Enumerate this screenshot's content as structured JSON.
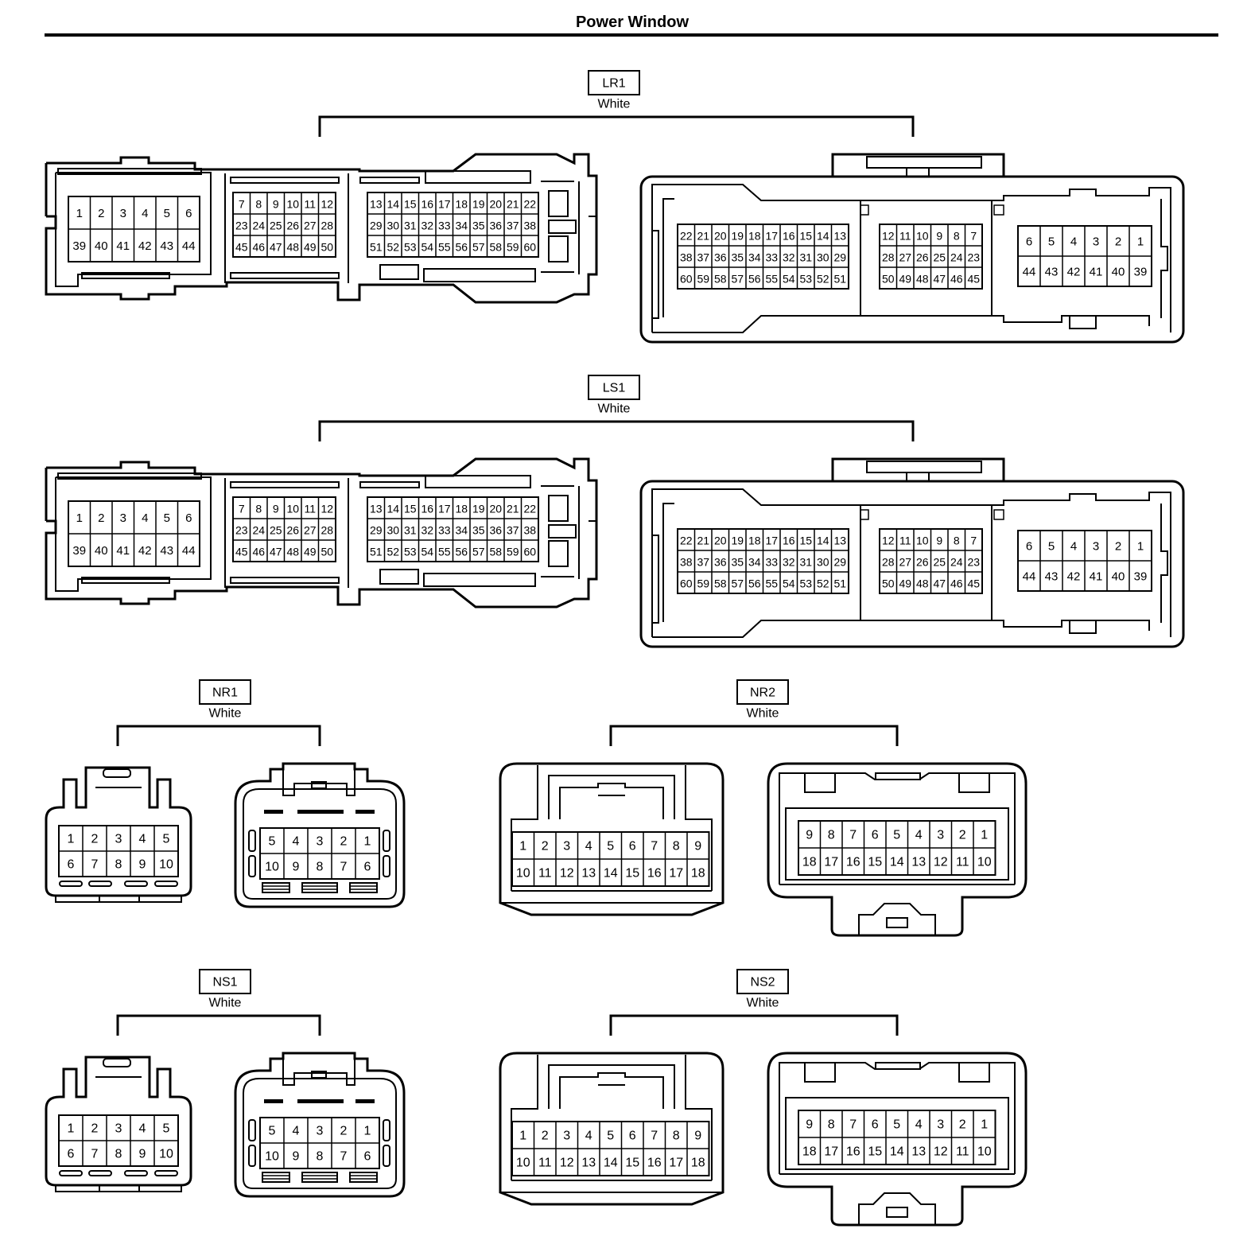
{
  "page": {
    "title": "Power Window"
  },
  "connectors": [
    {
      "id": "LR1",
      "color": "White",
      "left_groups": [
        [
          [
            "1",
            "2",
            "3",
            "4",
            "5",
            "6"
          ],
          [
            "39",
            "40",
            "41",
            "42",
            "43",
            "44"
          ]
        ],
        [
          [
            "7",
            "8",
            "9",
            "10",
            "11",
            "12"
          ],
          [
            "23",
            "24",
            "25",
            "26",
            "27",
            "28"
          ],
          [
            "45",
            "46",
            "47",
            "48",
            "49",
            "50"
          ]
        ],
        [
          [
            "13",
            "14",
            "15",
            "16",
            "17",
            "18",
            "19",
            "20",
            "21",
            "22"
          ],
          [
            "29",
            "30",
            "31",
            "32",
            "33",
            "34",
            "35",
            "36",
            "37",
            "38"
          ],
          [
            "51",
            "52",
            "53",
            "54",
            "55",
            "56",
            "57",
            "58",
            "59",
            "60"
          ]
        ]
      ],
      "right_groups": [
        [
          [
            "22",
            "21",
            "20",
            "19",
            "18",
            "17",
            "16",
            "15",
            "14",
            "13"
          ],
          [
            "38",
            "37",
            "36",
            "35",
            "34",
            "33",
            "32",
            "31",
            "30",
            "29"
          ],
          [
            "60",
            "59",
            "58",
            "57",
            "56",
            "55",
            "54",
            "53",
            "52",
            "51"
          ]
        ],
        [
          [
            "12",
            "11",
            "10",
            "9",
            "8",
            "7"
          ],
          [
            "28",
            "27",
            "26",
            "25",
            "24",
            "23"
          ],
          [
            "50",
            "49",
            "48",
            "47",
            "46",
            "45"
          ]
        ],
        [
          [
            "6",
            "5",
            "4",
            "3",
            "2",
            "1"
          ],
          [
            "44",
            "43",
            "42",
            "41",
            "40",
            "39"
          ]
        ]
      ]
    },
    {
      "id": "LS1",
      "color": "White",
      "left_groups": [
        [
          [
            "1",
            "2",
            "3",
            "4",
            "5",
            "6"
          ],
          [
            "39",
            "40",
            "41",
            "42",
            "43",
            "44"
          ]
        ],
        [
          [
            "7",
            "8",
            "9",
            "10",
            "11",
            "12"
          ],
          [
            "23",
            "24",
            "25",
            "26",
            "27",
            "28"
          ],
          [
            "45",
            "46",
            "47",
            "48",
            "49",
            "50"
          ]
        ],
        [
          [
            "13",
            "14",
            "15",
            "16",
            "17",
            "18",
            "19",
            "20",
            "21",
            "22"
          ],
          [
            "29",
            "30",
            "31",
            "32",
            "33",
            "34",
            "35",
            "36",
            "37",
            "38"
          ],
          [
            "51",
            "52",
            "53",
            "54",
            "55",
            "56",
            "57",
            "58",
            "59",
            "60"
          ]
        ]
      ],
      "right_groups": [
        [
          [
            "22",
            "21",
            "20",
            "19",
            "18",
            "17",
            "16",
            "15",
            "14",
            "13"
          ],
          [
            "38",
            "37",
            "36",
            "35",
            "34",
            "33",
            "32",
            "31",
            "30",
            "29"
          ],
          [
            "60",
            "59",
            "58",
            "57",
            "56",
            "55",
            "54",
            "53",
            "52",
            "51"
          ]
        ],
        [
          [
            "12",
            "11",
            "10",
            "9",
            "8",
            "7"
          ],
          [
            "28",
            "27",
            "26",
            "25",
            "24",
            "23"
          ],
          [
            "50",
            "49",
            "48",
            "47",
            "46",
            "45"
          ]
        ],
        [
          [
            "6",
            "5",
            "4",
            "3",
            "2",
            "1"
          ],
          [
            "44",
            "43",
            "42",
            "41",
            "40",
            "39"
          ]
        ]
      ]
    },
    {
      "id": "NR1",
      "color": "White",
      "left_rows": [
        [
          "1",
          "2",
          "3",
          "4",
          "5"
        ],
        [
          "6",
          "7",
          "8",
          "9",
          "10"
        ]
      ],
      "right_rows": [
        [
          "5",
          "4",
          "3",
          "2",
          "1"
        ],
        [
          "10",
          "9",
          "8",
          "7",
          "6"
        ]
      ]
    },
    {
      "id": "NR2",
      "color": "White",
      "left_rows": [
        [
          "1",
          "2",
          "3",
          "4",
          "5",
          "6",
          "7",
          "8",
          "9"
        ],
        [
          "10",
          "11",
          "12",
          "13",
          "14",
          "15",
          "16",
          "17",
          "18"
        ]
      ],
      "right_rows": [
        [
          "9",
          "8",
          "7",
          "6",
          "5",
          "4",
          "3",
          "2",
          "1"
        ],
        [
          "18",
          "17",
          "16",
          "15",
          "14",
          "13",
          "12",
          "11",
          "10"
        ]
      ]
    },
    {
      "id": "NS1",
      "color": "White",
      "left_rows": [
        [
          "1",
          "2",
          "3",
          "4",
          "5"
        ],
        [
          "6",
          "7",
          "8",
          "9",
          "10"
        ]
      ],
      "right_rows": [
        [
          "5",
          "4",
          "3",
          "2",
          "1"
        ],
        [
          "10",
          "9",
          "8",
          "7",
          "6"
        ]
      ]
    },
    {
      "id": "NS2",
      "color": "White",
      "left_rows": [
        [
          "1",
          "2",
          "3",
          "4",
          "5",
          "6",
          "7",
          "8",
          "9"
        ],
        [
          "10",
          "11",
          "12",
          "13",
          "14",
          "15",
          "16",
          "17",
          "18"
        ]
      ],
      "right_rows": [
        [
          "9",
          "8",
          "7",
          "6",
          "5",
          "4",
          "3",
          "2",
          "1"
        ],
        [
          "18",
          "17",
          "16",
          "15",
          "14",
          "13",
          "12",
          "11",
          "10"
        ]
      ]
    }
  ]
}
